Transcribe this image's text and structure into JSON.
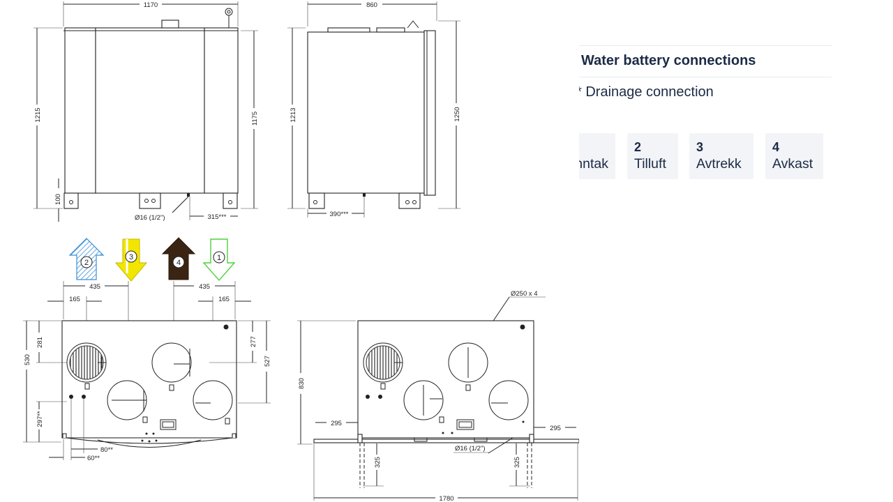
{
  "drawing": {
    "front_view": {
      "width": "1170",
      "height_total": "1215",
      "height_inner": "1175",
      "foot_height": "100",
      "drain_label": "Ø16 (1/2\")",
      "drain_offset": "315***"
    },
    "side_view": {
      "depth": "860",
      "height_left": "1213",
      "height_right": "1250",
      "drain_offset": "390***"
    },
    "arrows": [
      "2",
      "3",
      "4",
      "1"
    ],
    "top_view_left": {
      "spacing_left": "435",
      "spacing_right": "435",
      "offset_left": "165",
      "offset_right": "165",
      "height_left": "530",
      "height_upper_left": "281",
      "height_right": "527",
      "height_upper_right": "277",
      "height_lower_left": "297**",
      "bottom_a": "80**",
      "bottom_b": "60**"
    },
    "top_view_right": {
      "duct_label": "Ø250 x 4",
      "height": "830",
      "side_left": "295",
      "side_right": "295",
      "drain_label": "Ø16 (1/2\")",
      "leg_left": "325",
      "leg_right": "325",
      "total_width": "1780"
    }
  },
  "panel": {
    "heading": "Water battery connections",
    "note": "* Drainage connection",
    "chips": [
      {
        "num": "",
        "label": "Inntak"
      },
      {
        "num": "2",
        "label": "Tilluft"
      },
      {
        "num": "3",
        "label": "Avtrekk"
      },
      {
        "num": "4",
        "label": "Avkast"
      }
    ]
  },
  "colors": {
    "text_dark": "#1b2b45",
    "chip_bg": "#f2f4f7",
    "arrow_supply": "#3a8fd6",
    "arrow_extract": "#f2e600",
    "arrow_exhaust": "#3b2412",
    "arrow_intake": "#4cd13a"
  }
}
